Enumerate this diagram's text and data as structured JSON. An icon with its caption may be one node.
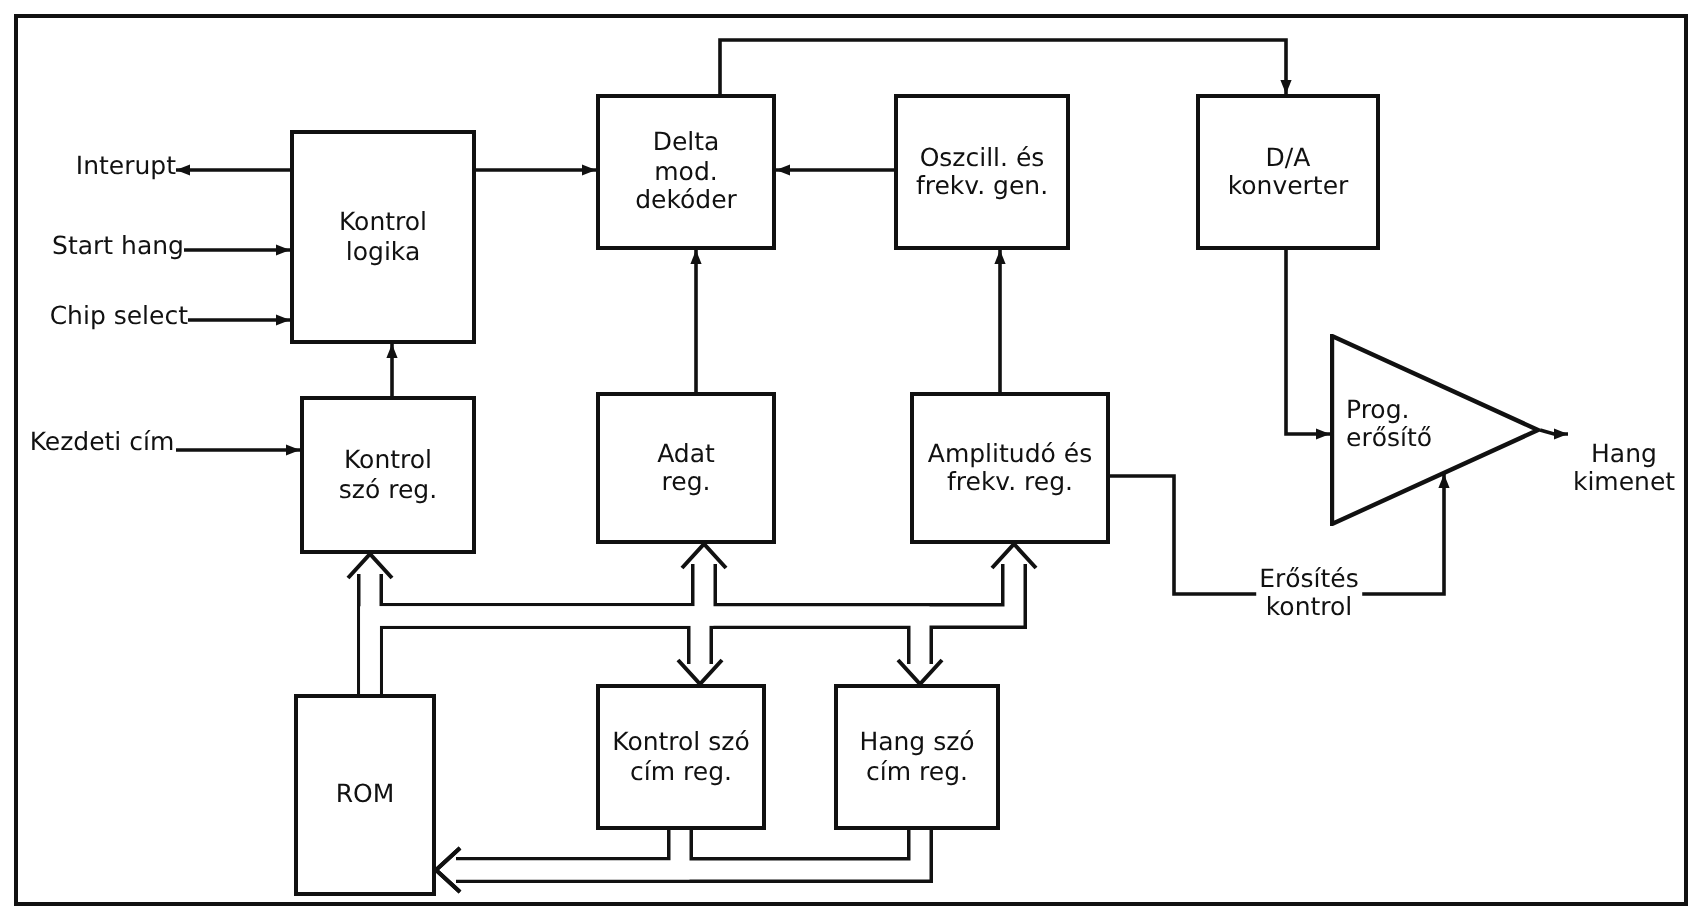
{
  "diagram": {
    "nodes": [
      {
        "text": [
          "Interupt"
        ]
      },
      {
        "text": [
          "Start hang"
        ]
      },
      {
        "text": [
          "Chip select"
        ]
      },
      {
        "text": [
          "Kontrol logika"
        ]
      },
      {
        "text": [
          "Delta mod. dekóder"
        ]
      },
      {
        "text": [
          "Oszcill. és frekv. gen."
        ]
      },
      {
        "text": [
          "D/A konverter"
        ]
      },
      {
        "text": [
          "Kezdeti cím"
        ]
      },
      {
        "text": [
          "Kontrol szó reg."
        ]
      },
      {
        "text": [
          "Adat reg."
        ]
      },
      {
        "text": [
          "Amplitudó és frekv. reg."
        ]
      },
      {
        "text": [
          "Prog. erősítő"
        ]
      },
      {
        "text": [
          "Hang kimenet"
        ]
      },
      {
        "text": [
          "ROM"
        ]
      },
      {
        "text": [
          "Kontrol szó cím reg."
        ]
      },
      {
        "text": [
          "Hang szó cím reg."
        ]
      }
    ],
    "edges": [
      {
        "from": 3,
        "to": 0,
        "arrow": "to"
      },
      {
        "from": 1,
        "to": 3,
        "arrow": "to"
      },
      {
        "from": 2,
        "to": 3,
        "arrow": "to"
      },
      {
        "from": 3,
        "to": 4,
        "arrow": "to"
      },
      {
        "from": 8,
        "to": 3,
        "arrow": "to"
      },
      {
        "from": 7,
        "to": 8,
        "arrow": "to"
      },
      {
        "from": 9,
        "to": 4,
        "arrow": "to"
      },
      {
        "from": 5,
        "to": 4,
        "arrow": "to"
      },
      {
        "from": 10,
        "to": 5,
        "arrow": "to"
      },
      {
        "from": 4,
        "to": 6,
        "arrow": "to"
      },
      {
        "from": 6,
        "to": 11,
        "arrow": "to"
      },
      {
        "from": 11,
        "to": 12,
        "arrow": "to"
      },
      {
        "from": 10,
        "to": 11,
        "arrow": "to",
        "label": "Erősítés kontrol"
      },
      {
        "from": 13,
        "to": 8,
        "arrow": "to",
        "style": "thick"
      },
      {
        "from": 13,
        "to": 9,
        "arrow": "to",
        "style": "thick"
      },
      {
        "from": 13,
        "to": 10,
        "arrow": "to",
        "style": "thick"
      },
      {
        "from": 13,
        "to": 14,
        "arrow": "to",
        "style": "thick"
      },
      {
        "from": 13,
        "to": 15,
        "arrow": "to",
        "style": "thick"
      },
      {
        "from": 14,
        "to": 13,
        "arrow": "to",
        "style": "thick"
      },
      {
        "from": 15,
        "to": 13,
        "arrow": "to",
        "style": "thick"
      }
    ]
  }
}
